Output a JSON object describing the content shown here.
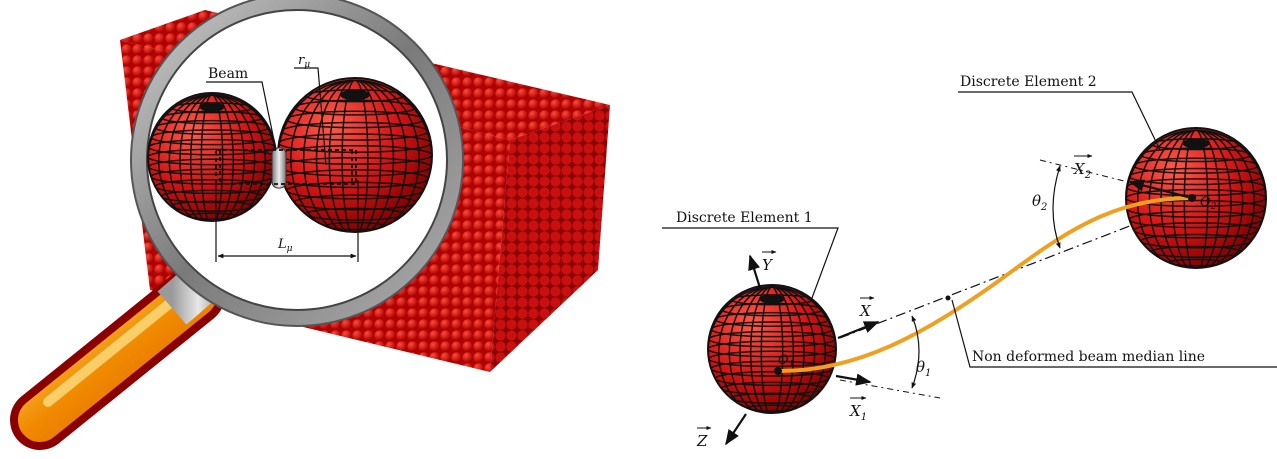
{
  "left_panel": {
    "beam_label": "Beam",
    "radius_label": "r",
    "radius_sub": "μ",
    "length_label": "L",
    "length_sub": "μ"
  },
  "right_panel": {
    "element1_label": "Discrete Element 1",
    "element2_label": "Discrete Element 2",
    "median_line_label": "Non deformed beam median line",
    "axes": {
      "y": "Y",
      "z": "Z",
      "x": "X",
      "x1": "X",
      "x1_sub": "1",
      "x2": "X",
      "x2_sub": "2"
    },
    "angles": {
      "theta1": "θ",
      "theta1_sub": "1",
      "theta2": "θ",
      "theta2_sub": "2"
    },
    "points": {
      "o1": "O",
      "o1_sub": "1",
      "o2": "O",
      "o2_sub": "2"
    }
  },
  "colors": {
    "sphere_red": "#d81414",
    "sphere_dark": "#7a0000",
    "beam_orange": "#f0a020",
    "lens_frame": "#8a8a8a",
    "handle_orange": "#f08a00",
    "handle_dark_red": "#8a0000"
  }
}
